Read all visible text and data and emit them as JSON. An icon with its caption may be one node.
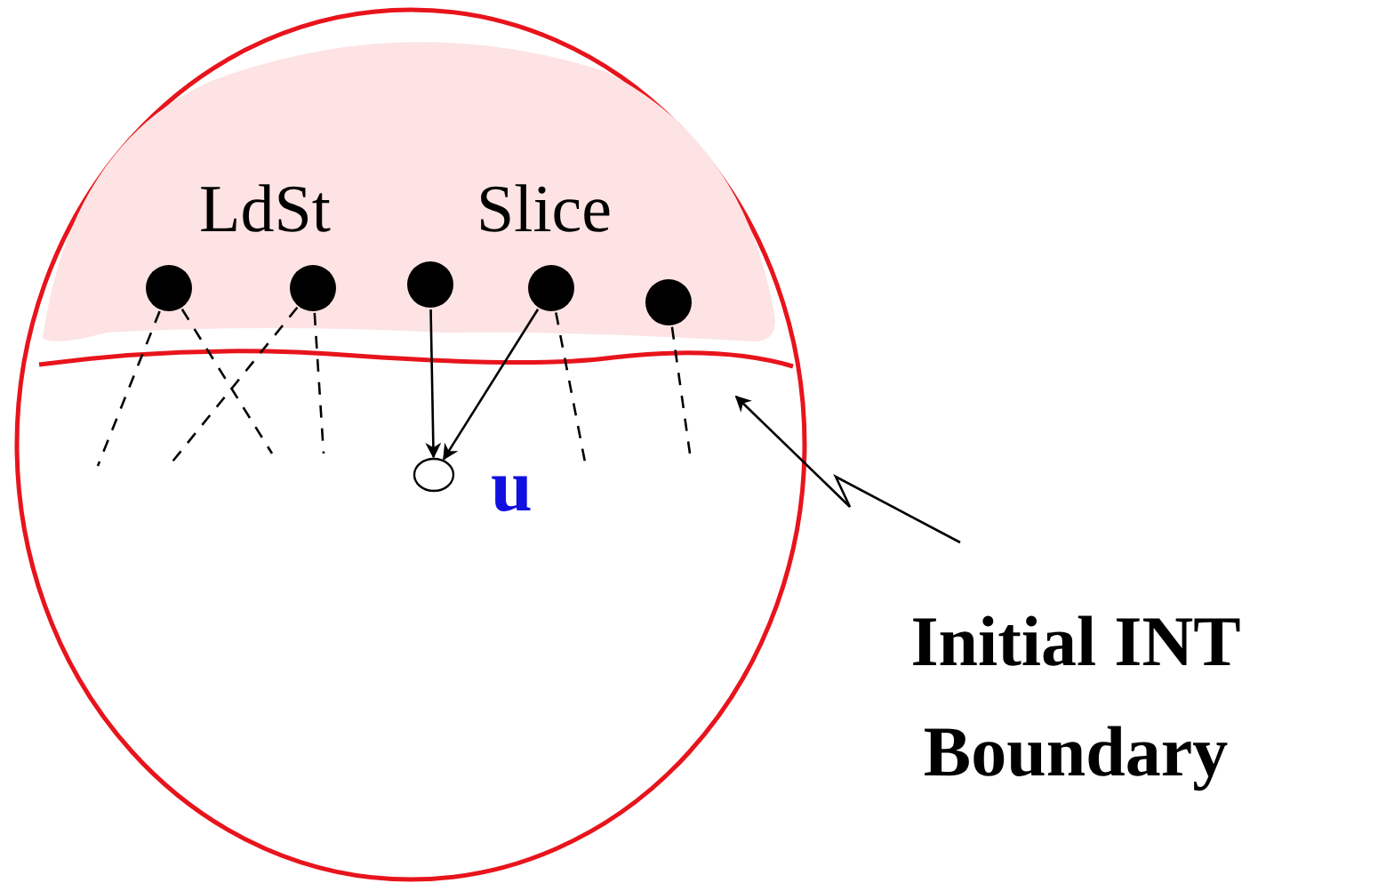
{
  "diagram": {
    "nodes": [
      {
        "text": [],
        "shape": "ellipse"
      },
      {
        "text": [
          "LdSt",
          "Slice"
        ],
        "in": 0
      },
      {
        "text": [],
        "shape": "circle",
        "in": 1
      },
      {
        "text": [],
        "shape": "circle",
        "in": 1
      },
      {
        "text": [],
        "shape": "circle",
        "in": 1
      },
      {
        "text": [],
        "shape": "circle",
        "in": 1
      },
      {
        "text": [],
        "shape": "circle",
        "in": 1
      },
      {
        "text": [],
        "shape": "circle",
        "beside": [
          "u"
        ],
        "in": 0
      },
      {
        "text": [],
        "shape": "line",
        "in": 0
      },
      {
        "text": [
          "Initial INT Boundary"
        ]
      }
    ],
    "edges": [
      {
        "from": 2,
        "to": null,
        "arrow": "none",
        "style": "dashed"
      },
      {
        "from": 2,
        "to": null,
        "arrow": "none",
        "style": "dashed"
      },
      {
        "from": 3,
        "to": null,
        "arrow": "none",
        "style": "dashed"
      },
      {
        "from": 3,
        "to": null,
        "arrow": "none",
        "style": "dashed"
      },
      {
        "from": 4,
        "to": 7,
        "arrow": "to"
      },
      {
        "from": 5,
        "to": 7,
        "arrow": "to"
      },
      {
        "from": 5,
        "to": null,
        "arrow": "none",
        "style": "dashed"
      },
      {
        "from": 6,
        "to": null,
        "arrow": "none",
        "style": "dashed"
      },
      {
        "from": 9,
        "to": 8,
        "arrow": "to"
      }
    ]
  }
}
